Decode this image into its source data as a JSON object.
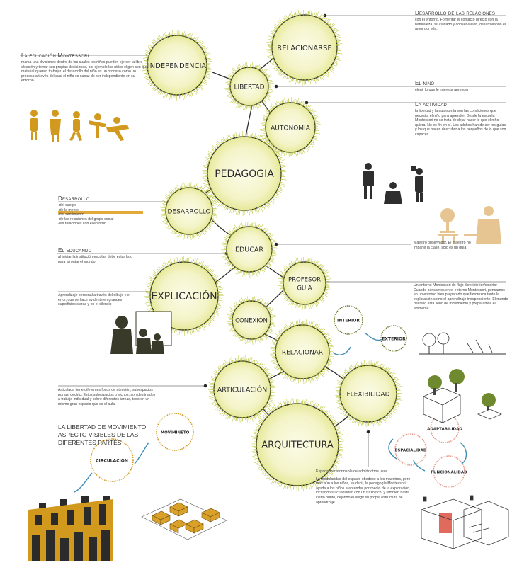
{
  "nodes": {
    "independencia": "INDEPENDENCIA",
    "relacionarse": "RELACIONARSE",
    "libertad": "LIBERTAD",
    "autonomia": "AUTONOMIA",
    "pedagogia": "PEDAGOGIA",
    "desarrollo": "DESARROLLO",
    "educar": "EDUCAR",
    "explicacion": "EXPLICACIÓN",
    "profesor_guia_1": "PROFESOR",
    "profesor_guia_2": "GUIA",
    "conexion": "CONEXIÓN",
    "relacionar": "RELACIONAR",
    "articulacion": "ARTICULACIÓN",
    "flexibilidad": "FLEXIBILIDAD",
    "arquitectura": "ARQUITECTURA"
  },
  "small_nodes": {
    "interior": "INTERIOR",
    "exterior": "EXTERIOR",
    "movimiento": "MOVIMINETO",
    "circulacion": "CIRCULACIÓN",
    "adaptabilidad": "ADAPTABILIDAD",
    "espacialidad": "ESPACIALIDAD",
    "funcionalidad": "FUNCIONALIDAD"
  },
  "texts": {
    "educacion_title": "La educación Montessori",
    "educacion_body": "marca una divisiones dentro de los cuales los niños pueden ejercer la libre elección y tomar sus propias decisiones, por ejemplo los niños eligen con qué material quieren trabajar. el desarrollo del niño es un proceso como un proceso a través del cual el niño es capaz de ser independiente en su entorno.",
    "relaciones_title": "Desarrollo de las relaciones",
    "relaciones_body": "con el entorno. Fomentar el contacto directo con la naturaleza, su cuidado y conservación, desarrollando el amor por ella.",
    "nino_title": "El niño",
    "nino_body": "elegir lo que le interesa aprender",
    "actividad_title": "La actividad",
    "actividad_body": "la libertad y la autonomía son las condiciones que necesita el niño para aprender. Desde la escuela Montessori no se trata de dejar hacer lo que el niño quiera. No es fin en sí. Los adultos han de ser los guías y los que hacen descubrir a los pequeños de lo que son capaces.",
    "desarrollo_title": "Desarrollo",
    "desarrollo_lines": [
      "-del cuerpo",
      "-de la mente",
      "-del sentimiento",
      "-de las relaciones del grupo social",
      "-las relaciones con el entorno"
    ],
    "educando_title": "El educando",
    "educando_body": "al iniciar la institución escolar, debe estar listo para afrontar el mundo.",
    "maestro_body": "Maestro observador. El maestro no imparte la clase, solo es un guía",
    "aprendizaje_body": "Aprendizaje personal a través del dibujo y el error, que se hace evidente en grandes superficies claras y en el silencio",
    "entorno_body": "Un entorno Montessori de flujo libre interior/exterior Cuando pensamos en el entorno Montessori, pensamos en un entorno bien preparado que favorezca tanto la exploración como el aprendizaje independiente. El mundo del niño está lleno de movimiento y preparamos el ambiente",
    "articulacion_body": "Articulada tiene diferentes focos de atención, subespacios por así decirlo. Estos subespacios o nichos, son destinados a trabajo individual y sobre diferentes tareas, todo en un mismo gran espacio que es el aula.",
    "libertad_mov": "LA LIBERTAD DE MOVIMIENTO ASPECTO VISIBLES DE LAS DIFERENTES PARTES",
    "espacio_title": "Espacio transformable de admitir otros usos",
    "espacio_body": "La modularidad del espacio obedece a los maestros, pero más aún a los niños, es decir, la pedagogía Montessori ayuda a los niños a aprender por medio de la exploración, incitando su curiosidad con un trazo rico, y también hasta cierto punto, dejando el elegir su propia estructura de aprendizaje."
  },
  "colors": {
    "ring": "#b9c42e",
    "ring_dark": "#3a3a1a",
    "orange": "#d19a1f",
    "salmon": "#e89a8a",
    "tan": "#e6c592",
    "highlight": "#e3a93a"
  },
  "icons": [
    "kids-silhouettes-icon",
    "reading-kids-icon",
    "teacher-desk-icon",
    "drawing-kids-icon",
    "trees-icon",
    "blocks-icon",
    "modules-icon",
    "classroom-icon"
  ]
}
